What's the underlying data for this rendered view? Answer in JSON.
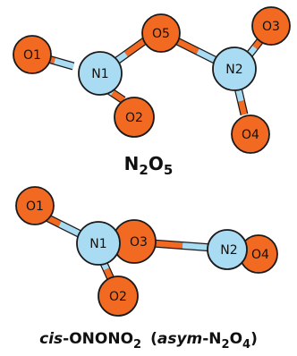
{
  "colors": {
    "oxygen": "#f26a21",
    "nitrogen": "#a9dbf2",
    "outline": "#1a1a1a",
    "text": "#111111"
  },
  "molecules": [
    {
      "atoms": [
        {
          "label": "O1",
          "element": "oxygen"
        },
        {
          "label": "N1",
          "element": "nitrogen"
        },
        {
          "label": "O5",
          "element": "oxygen"
        },
        {
          "label": "O2",
          "element": "oxygen"
        },
        {
          "label": "O3",
          "element": "oxygen"
        },
        {
          "label": "N2",
          "element": "nitrogen"
        },
        {
          "label": "O4",
          "element": "oxygen"
        }
      ],
      "caption": {
        "main": "N",
        "sub1": "2",
        "mid": "O",
        "sub2": "5"
      }
    },
    {
      "atoms": [
        {
          "label": "O1",
          "element": "oxygen"
        },
        {
          "label": "N1",
          "element": "nitrogen"
        },
        {
          "label": "O3",
          "element": "oxygen"
        },
        {
          "label": "N2",
          "element": "nitrogen"
        },
        {
          "label": "O4",
          "element": "oxygen"
        },
        {
          "label": "O2",
          "element": "oxygen"
        }
      ],
      "caption": {
        "prefix_italic": "cis",
        "prefix_rest": "-ONONO",
        "prefix_sub": "2",
        "open": "(",
        "asym_italic": "asym",
        "asym_rest": "-N",
        "sub1": "2",
        "mid": "O",
        "sub2": "4",
        "close": ")"
      }
    }
  ]
}
